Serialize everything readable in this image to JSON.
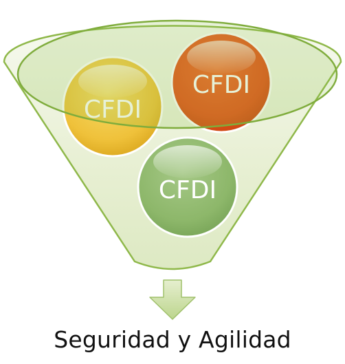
{
  "colors": {
    "funnel_fill": "#ecf3dc",
    "funnel_stroke": "#8fb84a",
    "circle_yellow": "#f0c23a",
    "circle_orange": "#e3531a",
    "circle_green": "#8db76a",
    "arrow_fill": "#c9dd9f",
    "arrow_stroke": "#9fc06a"
  },
  "circles": [
    {
      "id": "yellow",
      "label": "CFDI"
    },
    {
      "id": "orange",
      "label": "CFDI"
    },
    {
      "id": "green",
      "label": "CFDI"
    }
  ],
  "caption": "Seguridad y Agilidad"
}
